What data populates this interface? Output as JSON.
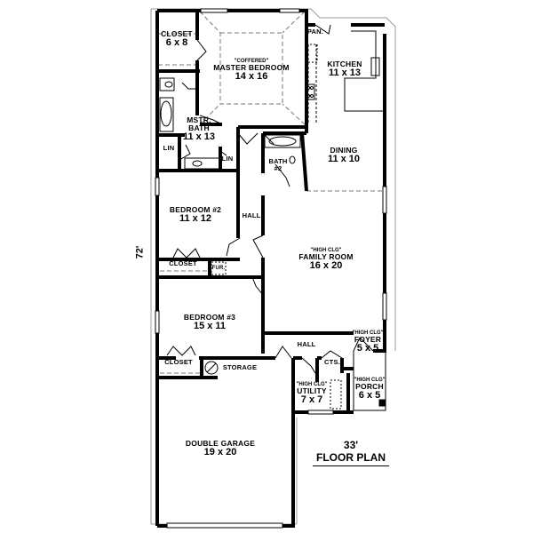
{
  "plan": {
    "title": "FLOOR PLAN",
    "width_label": "33'",
    "depth_label": "72'"
  },
  "rooms": {
    "closet_master": {
      "name": "CLOSET",
      "dim": "6 x 8"
    },
    "master_bedroom": {
      "note": "\"COFFERED\"",
      "name": "MASTER BEDROOM",
      "dim": "14 x 16"
    },
    "pantry": {
      "name": "PAN."
    },
    "kitchen": {
      "name": "KITCHEN",
      "dim": "11 x 13"
    },
    "master_bath": {
      "name": "MSTR.",
      "name2": "BATH",
      "dim": "11 x 13"
    },
    "lin1": {
      "name": "LIN"
    },
    "lin2": {
      "name": "LIN"
    },
    "bath2": {
      "name": "BATH",
      "num": "#2"
    },
    "dining": {
      "name": "DINING",
      "dim": "11 x 10"
    },
    "bedroom2": {
      "name": "BEDROOM #2",
      "dim": "11 x 12"
    },
    "hall_upper": {
      "name": "HALL"
    },
    "family_room": {
      "note": "\"HIGH CLG\"",
      "name": "FAMILY ROOM",
      "dim": "16 x 20"
    },
    "closet2": {
      "name": "CLOSET"
    },
    "fur": {
      "name": "FUR."
    },
    "bedroom3": {
      "name": "BEDROOM #3",
      "dim": "15 x 11"
    },
    "hall_lower": {
      "name": "HALL"
    },
    "foyer": {
      "note": "\"HIGH CLG\"",
      "name": "FOYER",
      "dim": "5 x 5"
    },
    "closet3": {
      "name": "CLOSET"
    },
    "storage": {
      "name": "STORAGE"
    },
    "cts": {
      "name": "CTS."
    },
    "utility": {
      "note": "\"HIGH CLG\"",
      "name": "UTILITY",
      "dim": "7 x 7"
    },
    "porch": {
      "note": "\"HIGH CLG\"",
      "name": "PORCH",
      "dim": "6 x 5"
    },
    "garage": {
      "name": "DOUBLE GARAGE",
      "dim": "19 x 20"
    }
  }
}
